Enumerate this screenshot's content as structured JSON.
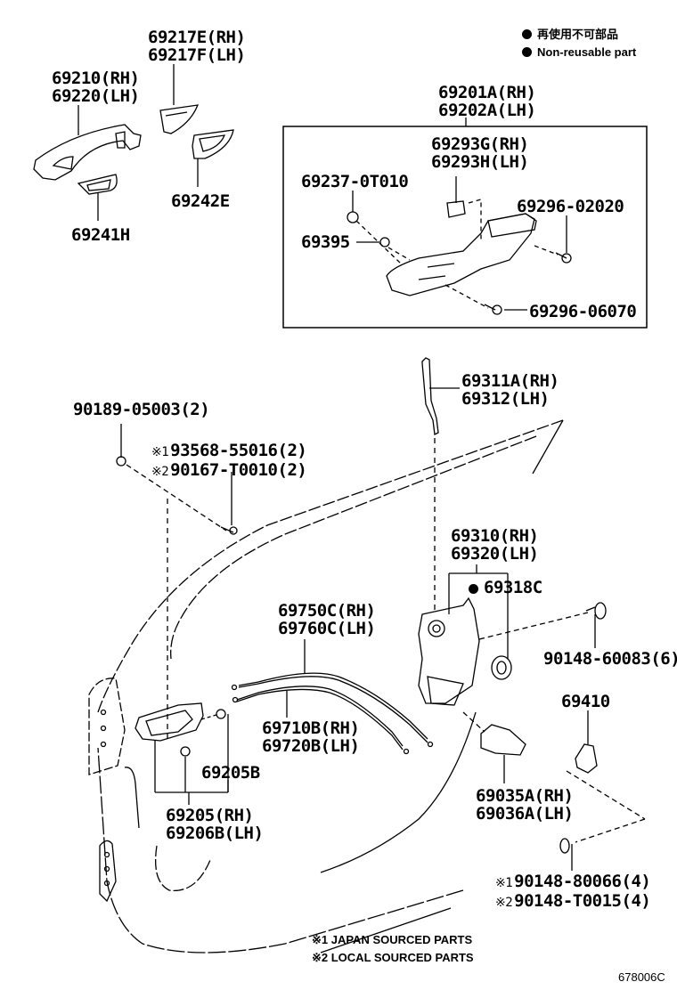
{
  "legend": {
    "items": [
      {
        "icon": "filled-circle",
        "text": "再使用不可部品"
      },
      {
        "icon": "filled-circle",
        "text": "Non-reusable part"
      }
    ]
  },
  "labels": {
    "outside_handle": [
      "69210(RH)",
      "69220(LH)"
    ],
    "handle_cap": [
      "69217E(RH)",
      "69217F(LH)"
    ],
    "pad_69241h": "69241H",
    "pad_69242e": "69242E",
    "frame_assy": [
      "69201A(RH)",
      "69202A(LH)"
    ],
    "frame_bracket": [
      "69293G(RH)",
      "69293H(LH)"
    ],
    "clip_69237": "69237-0T010",
    "nut_69395": "69395",
    "screw_02020": "69296-02020",
    "screw_06070": "69296-06070",
    "rod": [
      "69311A(RH)",
      "69312(LH)"
    ],
    "clip_90189": "90189-05003(2)",
    "screw_inner": {
      "m1": "※1",
      "p1": "93568-55016(2)",
      "m2": "※2",
      "p2": "90167-T0010(2)"
    },
    "lock_assy": [
      "69310(RH)",
      "69320(LH)"
    ],
    "grommet": "69318C",
    "screw_60083": "90148-60083(6)",
    "cable_upper": [
      "69750C(RH)",
      "69760C(LH)"
    ],
    "cable_lower": [
      "69710B(RH)",
      "69720B(LH)"
    ],
    "inner_handle": [
      "69205(RH)",
      "69206B(LH)"
    ],
    "bezel_69205b": "69205B",
    "striker": "69410",
    "lock_cover": [
      "69035A(RH)",
      "69036A(LH)"
    ],
    "striker_screw": {
      "m1": "※1",
      "p1": "90148-80066(4)",
      "m2": "※2",
      "p2": "90148-T0015(4)"
    }
  },
  "notes": [
    "※1 JAPAN SOURCED PARTS",
    "※2 LOCAL SOURCED PARTS"
  ],
  "figure_id": "678006C"
}
